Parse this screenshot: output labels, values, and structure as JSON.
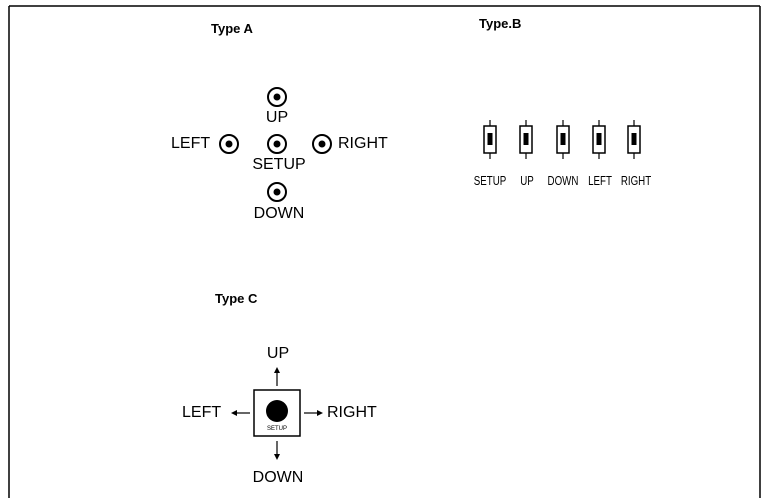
{
  "type_a": {
    "title": "Type A",
    "labels": {
      "up": "UP",
      "left": "LEFT",
      "setup": "SETUP",
      "right": "RIGHT",
      "down": "DOWN"
    }
  },
  "type_b": {
    "title": "Type.B",
    "labels": [
      "SETUP",
      "UP",
      "DOWN",
      "LEFT",
      "RIGHT"
    ]
  },
  "type_c": {
    "title": "Type C",
    "labels": {
      "up": "UP",
      "left": "LEFT",
      "right": "RIGHT",
      "down": "DOWN",
      "setup": "SETUP"
    }
  }
}
